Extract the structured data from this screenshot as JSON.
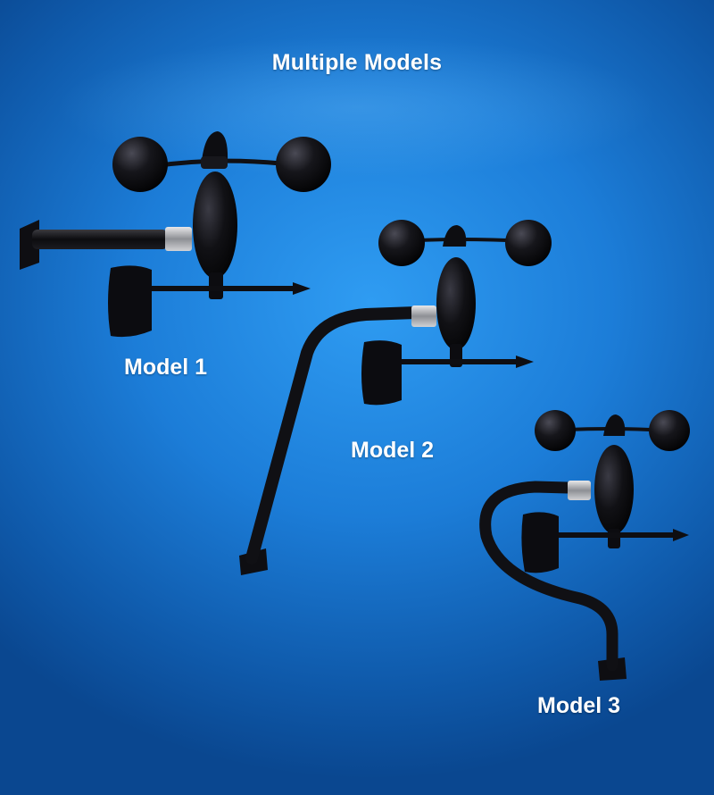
{
  "title": "Multiple Models",
  "models": [
    {
      "label": "Model 1",
      "mount": "straight-horizontal-arm"
    },
    {
      "label": "Model 2",
      "mount": "angled-arm"
    },
    {
      "label": "Model 3",
      "mount": "s-curved-arm"
    }
  ],
  "colors": {
    "background": "#1c7dd8",
    "sensor_body": "#0b0b0e",
    "text": "#ffffff"
  }
}
